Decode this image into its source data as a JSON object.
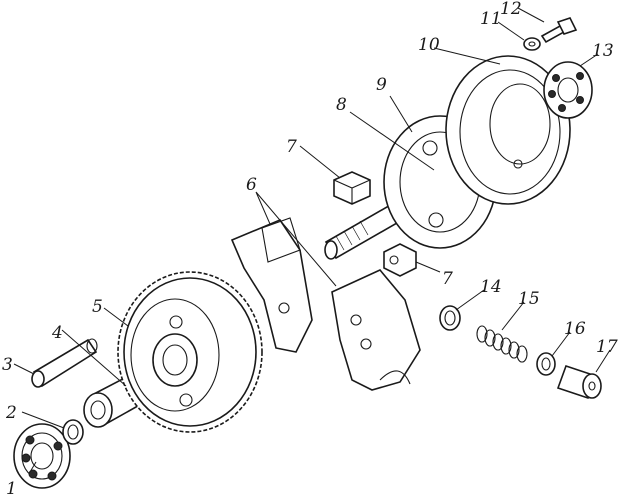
{
  "labels": {
    "l1": "1",
    "l2": "2",
    "l3": "3",
    "l4": "4",
    "l5": "5",
    "l6": "6",
    "l7a": "7",
    "l7b": "7",
    "l8": "8",
    "l9": "9",
    "l10": "10",
    "l11": "11",
    "l12": "12",
    "l13": "13",
    "l14": "14",
    "l15": "15",
    "l16": "16",
    "l17": "17"
  }
}
